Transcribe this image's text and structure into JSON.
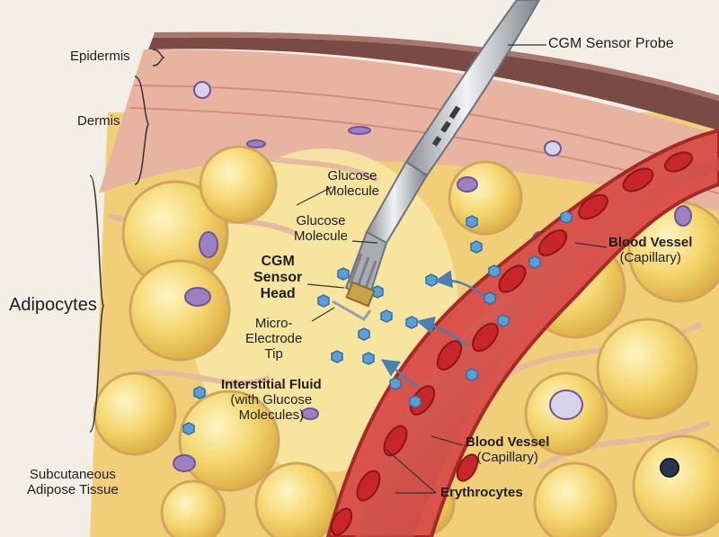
{
  "labels": {
    "epidermis": "Epidermis",
    "dermis": "Dermis",
    "adipocytes": "Adipocytes",
    "subcutaneous": [
      "Subcutaneous",
      "Adipose Tissue"
    ],
    "probe": "CGM Sensor Probe",
    "glucose_upper": [
      "Glucose",
      "Molecule"
    ],
    "glucose_lower": [
      "Glucose",
      "Molecule"
    ],
    "sensor_head": [
      "CGM",
      "Sensor",
      "Head"
    ],
    "electrode_tip": [
      "Micro-",
      "Electrode",
      "Tip"
    ],
    "interstitial": [
      "Interstitial Fluid",
      "(with Glucose",
      "Molecules)"
    ],
    "vessel_upper": [
      "Blood Vessel",
      "(Capillary)"
    ],
    "vessel_lower": [
      "Blood Vessel",
      "(Capillary)"
    ],
    "erythrocytes": "Erythrocytes"
  },
  "colors": {
    "background": "#f3efe6",
    "epidermis": "#7a4a44",
    "dermis": "#e8b3a1",
    "fat_cell": "#f4d56c",
    "interstitial_fluid": "#f7e8a6",
    "vessel_wall": "#c23a33",
    "erythrocyte": "#c8262a",
    "glucose": "#5a9fd8",
    "probe": "#bfc3c8",
    "electrode": "#c9a349",
    "immune_cell": "#9b80c2"
  }
}
